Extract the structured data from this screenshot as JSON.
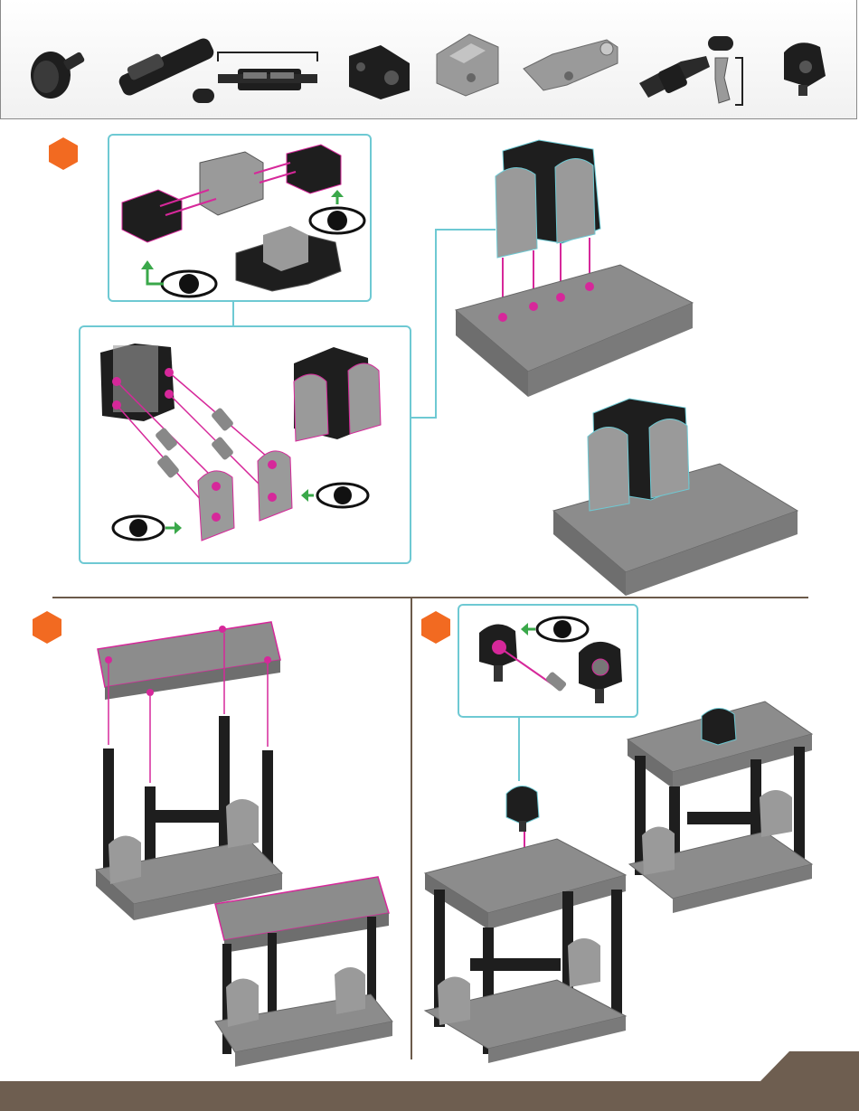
{
  "colors": {
    "step_badge": "#f26a21",
    "callout_border": "#6ec9d3",
    "guide_line": "#d6289a",
    "arrow": "#3aa84a",
    "plate_gray": "#8c8c8c",
    "part_black": "#1e1e1e",
    "footer": "#6e5e50"
  },
  "parts_bar": {
    "items": [
      {
        "icon": "round-connector-icon"
      },
      {
        "icon": "axle-connector-icon"
      },
      {
        "icon": "axle-lock-icon"
      },
      {
        "icon": "black-corner-block-icon"
      },
      {
        "icon": "gray-channel-block-icon"
      },
      {
        "icon": "gray-arm-connector-icon"
      },
      {
        "icon": "pin-connector-icon"
      },
      {
        "icon": "spacer-clip-icon"
      },
      {
        "icon": "black-round-mount-icon"
      }
    ]
  },
  "steps": [
    {
      "badge": "step-1",
      "view_icons": [
        "eye-icon",
        "eye-icon",
        "eye-icon",
        "eye-icon"
      ]
    },
    {
      "badge": "step-2"
    },
    {
      "badge": "step-3",
      "view_icons": [
        "eye-icon"
      ]
    }
  ]
}
